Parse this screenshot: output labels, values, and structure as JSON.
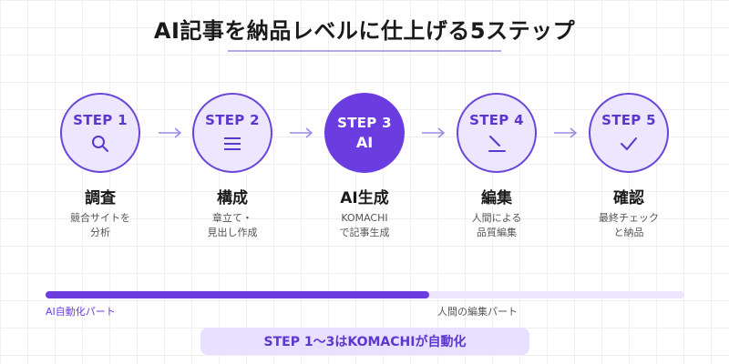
{
  "title": "AI記事を納品レベルに仕上げる5ステップ",
  "colors": {
    "accent": "#6b3de0",
    "circle_bg": "#ece6ff",
    "banner_bg": "#e8e0ff",
    "text": "#1a1a1a"
  },
  "steps": [
    {
      "label": "STEP 1",
      "icon": "search-icon",
      "name": "調査",
      "desc_line1": "競合サイトを",
      "desc_line2": "分析"
    },
    {
      "label": "STEP 2",
      "icon": "menu-lines-icon",
      "name": "構成",
      "desc_line1": "章立て・",
      "desc_line2": "見出し作成"
    },
    {
      "label": "STEP 3",
      "badge": "AI",
      "name": "AI生成",
      "desc_line1": "KOMACHI",
      "desc_line2": "で記事生成"
    },
    {
      "label": "STEP 4",
      "icon": "edit-pen-icon",
      "name": "編集",
      "desc_line1": "人間による",
      "desc_line2": "品質編集"
    },
    {
      "label": "STEP 5",
      "icon": "check-icon",
      "name": "確認",
      "desc_line1": "最終チェック",
      "desc_line2": "と納品"
    }
  ],
  "progress": {
    "ai_fraction": 0.6,
    "left_label": "AI自動化パート",
    "right_label": "人間の編集パート"
  },
  "banner": "STEP 1〜3はKOMACHIが自動化"
}
